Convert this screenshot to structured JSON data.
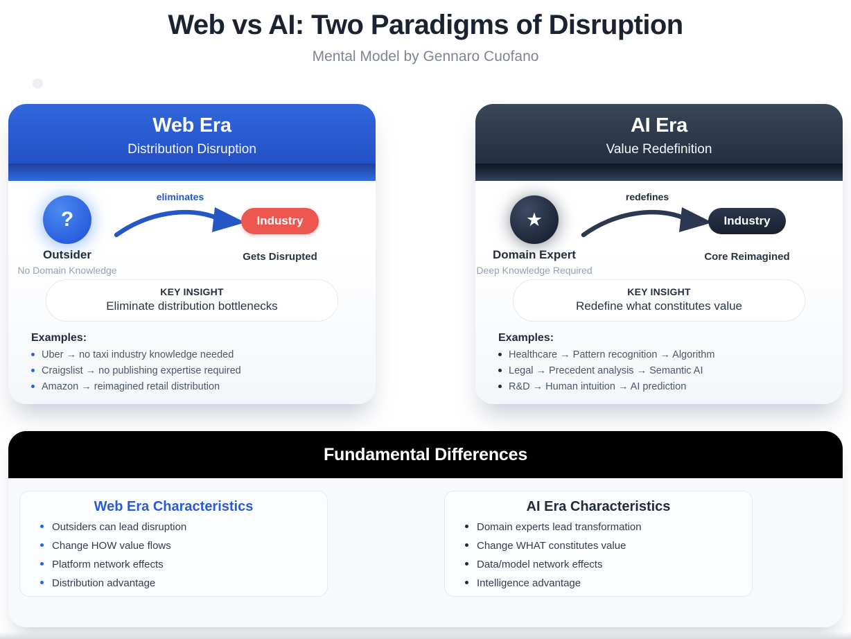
{
  "page": {
    "title": "Web vs AI: Two Paradigms of Disruption",
    "subtitle": "Mental Model by Gennaro Cuofano"
  },
  "web_era": {
    "title": "Web Era",
    "subtitle": "Distribution Disruption",
    "actor": {
      "icon": "question-mark-icon",
      "glyph": "?",
      "label": "Outsider",
      "sublabel": "No Domain Knowledge"
    },
    "arrow_label": "eliminates",
    "target": {
      "label": "Industry",
      "sublabel": "Gets Disrupted"
    },
    "key_insight": {
      "heading": "KEY INSIGHT",
      "text": "Eliminate distribution bottlenecks"
    },
    "examples_heading": "Examples:",
    "examples": [
      "Uber → no taxi industry knowledge needed",
      "Craigslist → no publishing expertise required",
      "Amazon → reimagined retail distribution"
    ]
  },
  "ai_era": {
    "title": "AI Era",
    "subtitle": "Value Redefinition",
    "actor": {
      "icon": "star-icon",
      "glyph": "★",
      "label": "Domain Expert",
      "sublabel": "Deep Knowledge Required"
    },
    "arrow_label": "redefines",
    "target": {
      "label": "Industry",
      "sublabel": "Core Reimagined"
    },
    "key_insight": {
      "heading": "KEY INSIGHT",
      "text": "Redefine what constitutes value"
    },
    "examples_heading": "Examples:",
    "examples": [
      "Healthcare → Pattern recognition → Algorithm",
      "Legal → Precedent analysis → Semantic AI",
      "R&D → Human intuition → AI prediction"
    ]
  },
  "differences": {
    "title": "Fundamental Differences",
    "web": {
      "title": "Web Era Characteristics",
      "items": [
        "Outsiders can lead disruption",
        "Change HOW value flows",
        "Platform network effects",
        "Distribution advantage"
      ]
    },
    "ai": {
      "title": "AI Era Characteristics",
      "items": [
        "Domain experts lead transformation",
        "Change WHAT constitutes value",
        "Data/model network effects",
        "Intelligence advantage"
      ]
    }
  },
  "colors": {
    "web_accent": "#2563eb",
    "web_header_top": "#3267db",
    "web_header_bottom": "#2350c6",
    "web_band_bottom": "#2e6be2",
    "industry_disrupted_pill": "#ee574f",
    "ai_header_top": "#3a4759",
    "ai_header_bottom": "#232e41",
    "ai_accent": "#1f2937",
    "differences_header_bg": "#000000",
    "page_title_color": "#1b2230",
    "muted_text": "#969eae"
  }
}
